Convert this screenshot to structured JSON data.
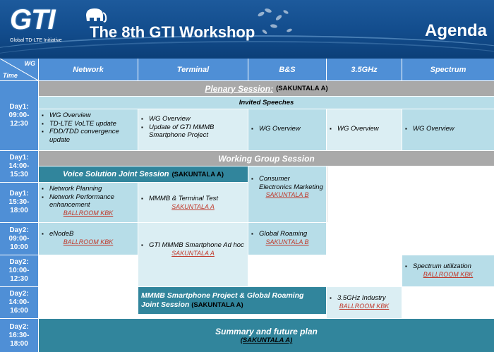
{
  "header": {
    "logo": "GTI",
    "logo_sub": "Global TD-LTE Initiative",
    "title": "The 8th GTI  Workshop",
    "agenda": "Agenda"
  },
  "table": {
    "corner_wg": "WG",
    "corner_time": "Time",
    "columns": [
      "Network",
      "Terminal",
      "B&S",
      "3.5GHz",
      "Spectrum"
    ],
    "times": [
      [
        "Day1:",
        "09:00-",
        "12:30"
      ],
      [
        "Day1:",
        "14:00-",
        "15:30"
      ],
      [
        "Day1:",
        "15:30-",
        "18:00"
      ],
      [
        "Day2:",
        "09:00-",
        "10:00"
      ],
      [
        "Day2:",
        "10:00-",
        "12:30"
      ],
      [
        "Day2:",
        "14:00-",
        "16:00"
      ],
      [
        "Day2:",
        "16:30-",
        "18:00"
      ]
    ],
    "plenary": {
      "title": "Plenary Session:",
      "room": "(SAKUNTALA A)"
    },
    "invited": "Invited Speeches",
    "day1_morning": {
      "network": [
        "WG Overview",
        "TD-LTE VoLTE update",
        "FDD/TDD convergence update"
      ],
      "terminal": [
        "WG Overview",
        "Update of GTI MMMB Smartphone Project"
      ],
      "bs": [
        "WG Overview"
      ],
      "ghz": [
        "WG Overview"
      ],
      "spectrum": [
        "WG Overview"
      ]
    },
    "working_group": "Working Group Session",
    "voice": {
      "title": "Voice Solution  Joint  Session",
      "room": "(SAKUNTALA A)"
    },
    "consumer": {
      "item": "Consumer Electronics Marketing",
      "loc": "SAKUNTALA B"
    },
    "network_1530": {
      "items": [
        "Network Planning",
        "Network Performance enhancement"
      ],
      "loc": "BALLROOM KBK"
    },
    "terminal_1530": {
      "item": "MMMB & Terminal Test",
      "loc": "SAKUNTALA A"
    },
    "enodeb": {
      "item": "eNodeB",
      "loc": "BALLROOM KBK"
    },
    "global_roaming": {
      "item": "Global Roaming",
      "loc": "SAKUNTALA B"
    },
    "adhoc": {
      "item": "GTI MMMB Smartphone Ad hoc",
      "loc": "SAKUNTALA A"
    },
    "spectrum_util": {
      "item": "Spectrum utilization",
      "loc": "BALLROOM KBK"
    },
    "mmmb_joint": {
      "title": "MMMB Smartphone  Project  &  Global  Roaming Joint Session",
      "room": "(SAKUNTALA A)"
    },
    "ghz_industry": {
      "item": "3.5GHz Industry",
      "loc": "BALLROOM KBK"
    },
    "summary": {
      "title": "Summary and future plan",
      "room": "(SAKUNTALA A)"
    }
  }
}
